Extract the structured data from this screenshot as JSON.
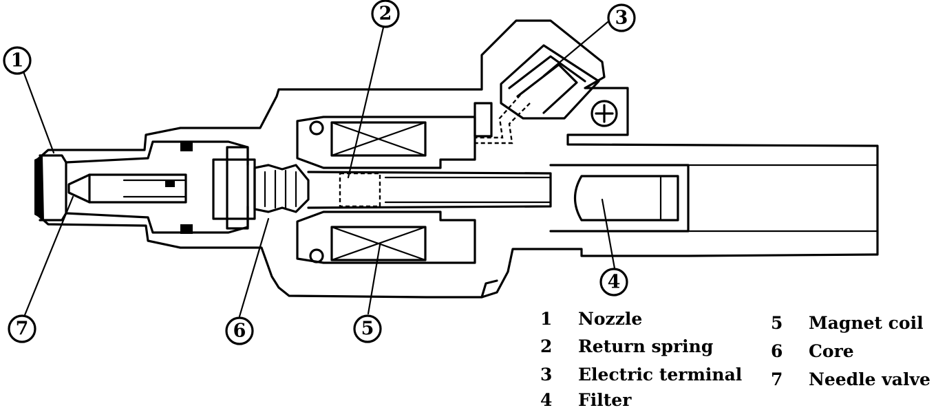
{
  "callouts": [
    {
      "id": "1",
      "label": "1"
    },
    {
      "id": "2",
      "label": "2"
    },
    {
      "id": "3",
      "label": "3"
    },
    {
      "id": "4",
      "label": "4"
    },
    {
      "id": "5",
      "label": "5"
    },
    {
      "id": "6",
      "label": "6"
    },
    {
      "id": "7",
      "label": "7"
    }
  ],
  "legend": [
    {
      "number": "1",
      "label": "Nozzle"
    },
    {
      "number": "2",
      "label": "Return spring"
    },
    {
      "number": "3",
      "label": "Electric terminal"
    },
    {
      "number": "4",
      "label": "Filter"
    },
    {
      "number": "5",
      "label": "Magnet coil"
    },
    {
      "number": "6",
      "label": "Core"
    },
    {
      "number": "7",
      "label": "Needle valve"
    }
  ]
}
